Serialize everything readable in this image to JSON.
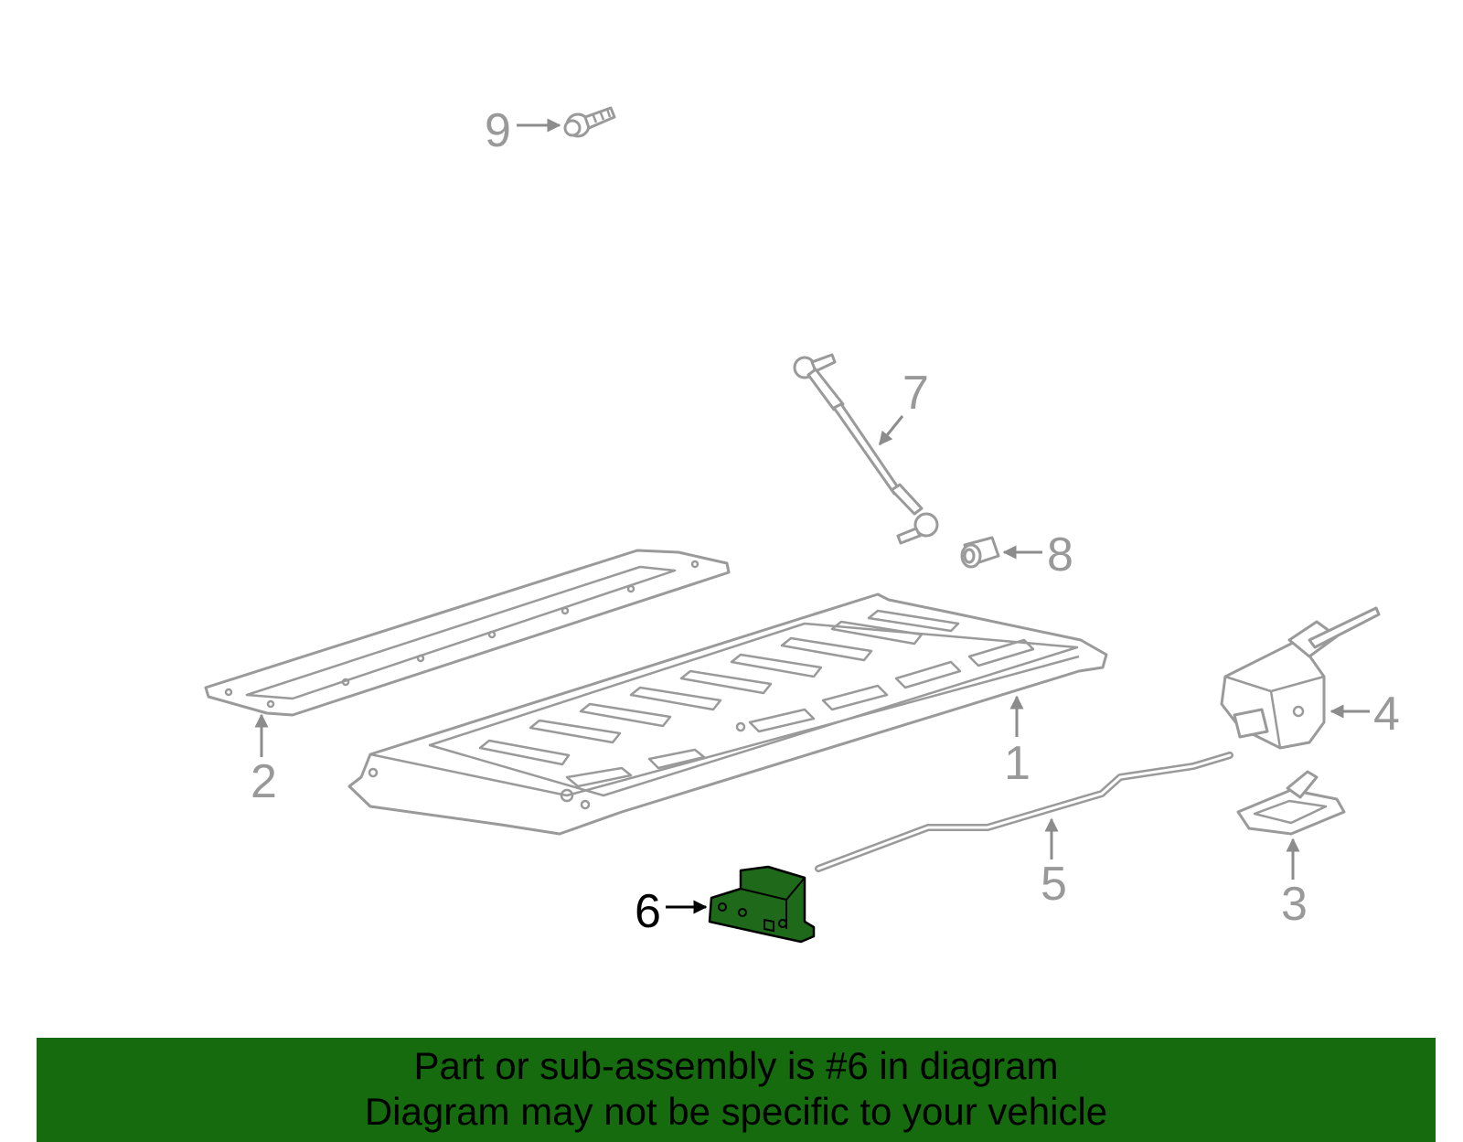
{
  "callouts": {
    "c1": "1",
    "c2": "2",
    "c3": "3",
    "c4": "4",
    "c5": "5",
    "c6": "6",
    "c7": "7",
    "c8": "8",
    "c9": "9"
  },
  "highlighted_part": "6",
  "colors": {
    "highlight_fill": "#1f6a1a",
    "banner_bg": "#156b0e",
    "outline": "#9a9a9a"
  },
  "banner": {
    "line1": "Part or sub-assembly is #6 in diagram",
    "line2": "Diagram may not be specific to your vehicle"
  }
}
